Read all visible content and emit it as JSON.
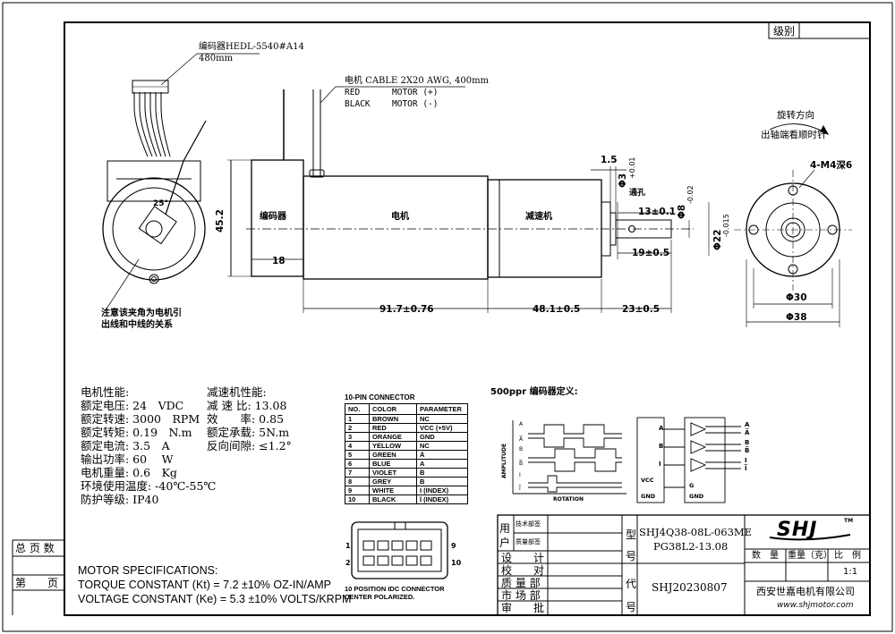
{
  "title_block": {
    "grade_label": "级别",
    "total_pages_label": "总 页 数",
    "page_label": "第　　页",
    "model_label": "型号",
    "model_line1": "SHJ4Q38-08L-063ME",
    "model_line2": "PG38L2-13.08",
    "code_label": "代号",
    "code_value": "SHJ20230807",
    "user_dept_label": "用户",
    "tech_dept": "技术部签",
    "quality_dept": "质量部签",
    "rows": [
      "设　　计",
      "校　　对",
      "质 量 部",
      "市 场 部",
      "审　　批"
    ],
    "qty_label": "数　量",
    "weight_label": "重量（克）",
    "scale_label": "比　例",
    "scale_value": "1:1",
    "logo": "SHJ",
    "logo_tm": "TM",
    "company": "西安世嘉电机有限公司",
    "website": "www.shjmotor.com"
  },
  "drawing": {
    "encoder_note": "编码器HEDL-5540#A14",
    "encoder_cable_len": "480mm",
    "motor_cable": "电机 CABLE 2X20 AWG, 400mm",
    "red_label": "RED",
    "red_motor": "MOTOR (+)",
    "black_label": "BLACK",
    "black_motor": "MOTOR (-)",
    "rotation_title": "旋转方向",
    "rotation_desc": "出轴端看顺时针",
    "section_encoder": "编码器",
    "section_motor": "电机",
    "section_gearbox": "减速机",
    "angle_note": "25°",
    "clamp_note_1": "注意该夹角为电机引",
    "clamp_note_2": "出线和中线的关系",
    "dim_height": "45.2",
    "dim_enc_len": "18",
    "dim_motor_len": "91.7±0.76",
    "dim_gear_len": "48.1±0.5",
    "dim_shaft_len": "23±0.5",
    "dim_flat_13": "13±0.1",
    "dim_flat_19": "19±0.5",
    "dim_1_5": "1.5",
    "dim_hole": "Φ3",
    "dim_hole_tol": "+0.01",
    "dim_hole_note": "通孔",
    "dim_shaft_dia": "Φ8",
    "dim_shaft_tol": "-0.02",
    "dim_pilot_dia": "Φ22",
    "dim_pilot_tol": "-0.015",
    "dim_holes": "4-M4深6",
    "dim_bolt_circle": "Φ30",
    "dim_outer": "Φ38"
  },
  "motor_specs": {
    "title": "电机性能:",
    "items": [
      "额定电压: 24　VDC",
      "额定转速: 3000　RPM",
      "额定转矩: 0.19　N.m",
      "额定电流: 3.5　A",
      "输出功率: 60　 W",
      "电机重量: 0.6　Kg",
      "环境使用温度: -40℃-55℃",
      "防护等级: IP40"
    ]
  },
  "gear_specs": {
    "title": "减速机性能:",
    "items": [
      "减 速 比: 13.08",
      "效　　率: 0.85",
      "额定承载: 5N.m",
      "反向间隙: ≤1.2°"
    ]
  },
  "english_specs": {
    "title": "MOTOR SPECIFICATIONS:",
    "torque": "TORQUE CONSTANT (Kt) = 7.2 ±10% OZ-IN/AMP",
    "voltage": "VOLTAGE CONSTANT (Ke) = 5.3 ±10% VOLTS/KRPM"
  },
  "connector": {
    "title": "10-PIN CONNECTOR",
    "headers": [
      "NO.",
      "COLOR",
      "PARAMETER"
    ],
    "rows": [
      [
        "1",
        "BROWN",
        "NC"
      ],
      [
        "2",
        "RED",
        "VCC (+5V)"
      ],
      [
        "3",
        "ORANGE",
        "GND"
      ],
      [
        "4",
        "YELLOW",
        "NC"
      ],
      [
        "5",
        "GREEN",
        "A̅"
      ],
      [
        "6",
        "BLUE",
        "A"
      ],
      [
        "7",
        "VIOLET",
        "B̅"
      ],
      [
        "8",
        "GREY",
        "B"
      ],
      [
        "9",
        "WHITE",
        "I (INDEX)"
      ],
      [
        "10",
        "BLACK",
        "I̅ (INDEX)"
      ]
    ],
    "idc_note_1": "10 POSITION IDC CONNECTOR",
    "idc_note_2": "CENTER POLARIZED.",
    "pin1": "1",
    "pin2": "2",
    "pin9": "9",
    "pin10": "10"
  },
  "encoder_def": {
    "title": "500ppr 编码器定义:",
    "amplitude": "AMPLITUDE",
    "rotation": "ROTATION",
    "sig_a": "A",
    "sig_an": "A̅",
    "sig_b": "B",
    "sig_bn": "B̅",
    "sig_i": "I",
    "sig_in": "I̅",
    "vcc": "VCC",
    "gnd": "GND",
    "g": "G"
  }
}
